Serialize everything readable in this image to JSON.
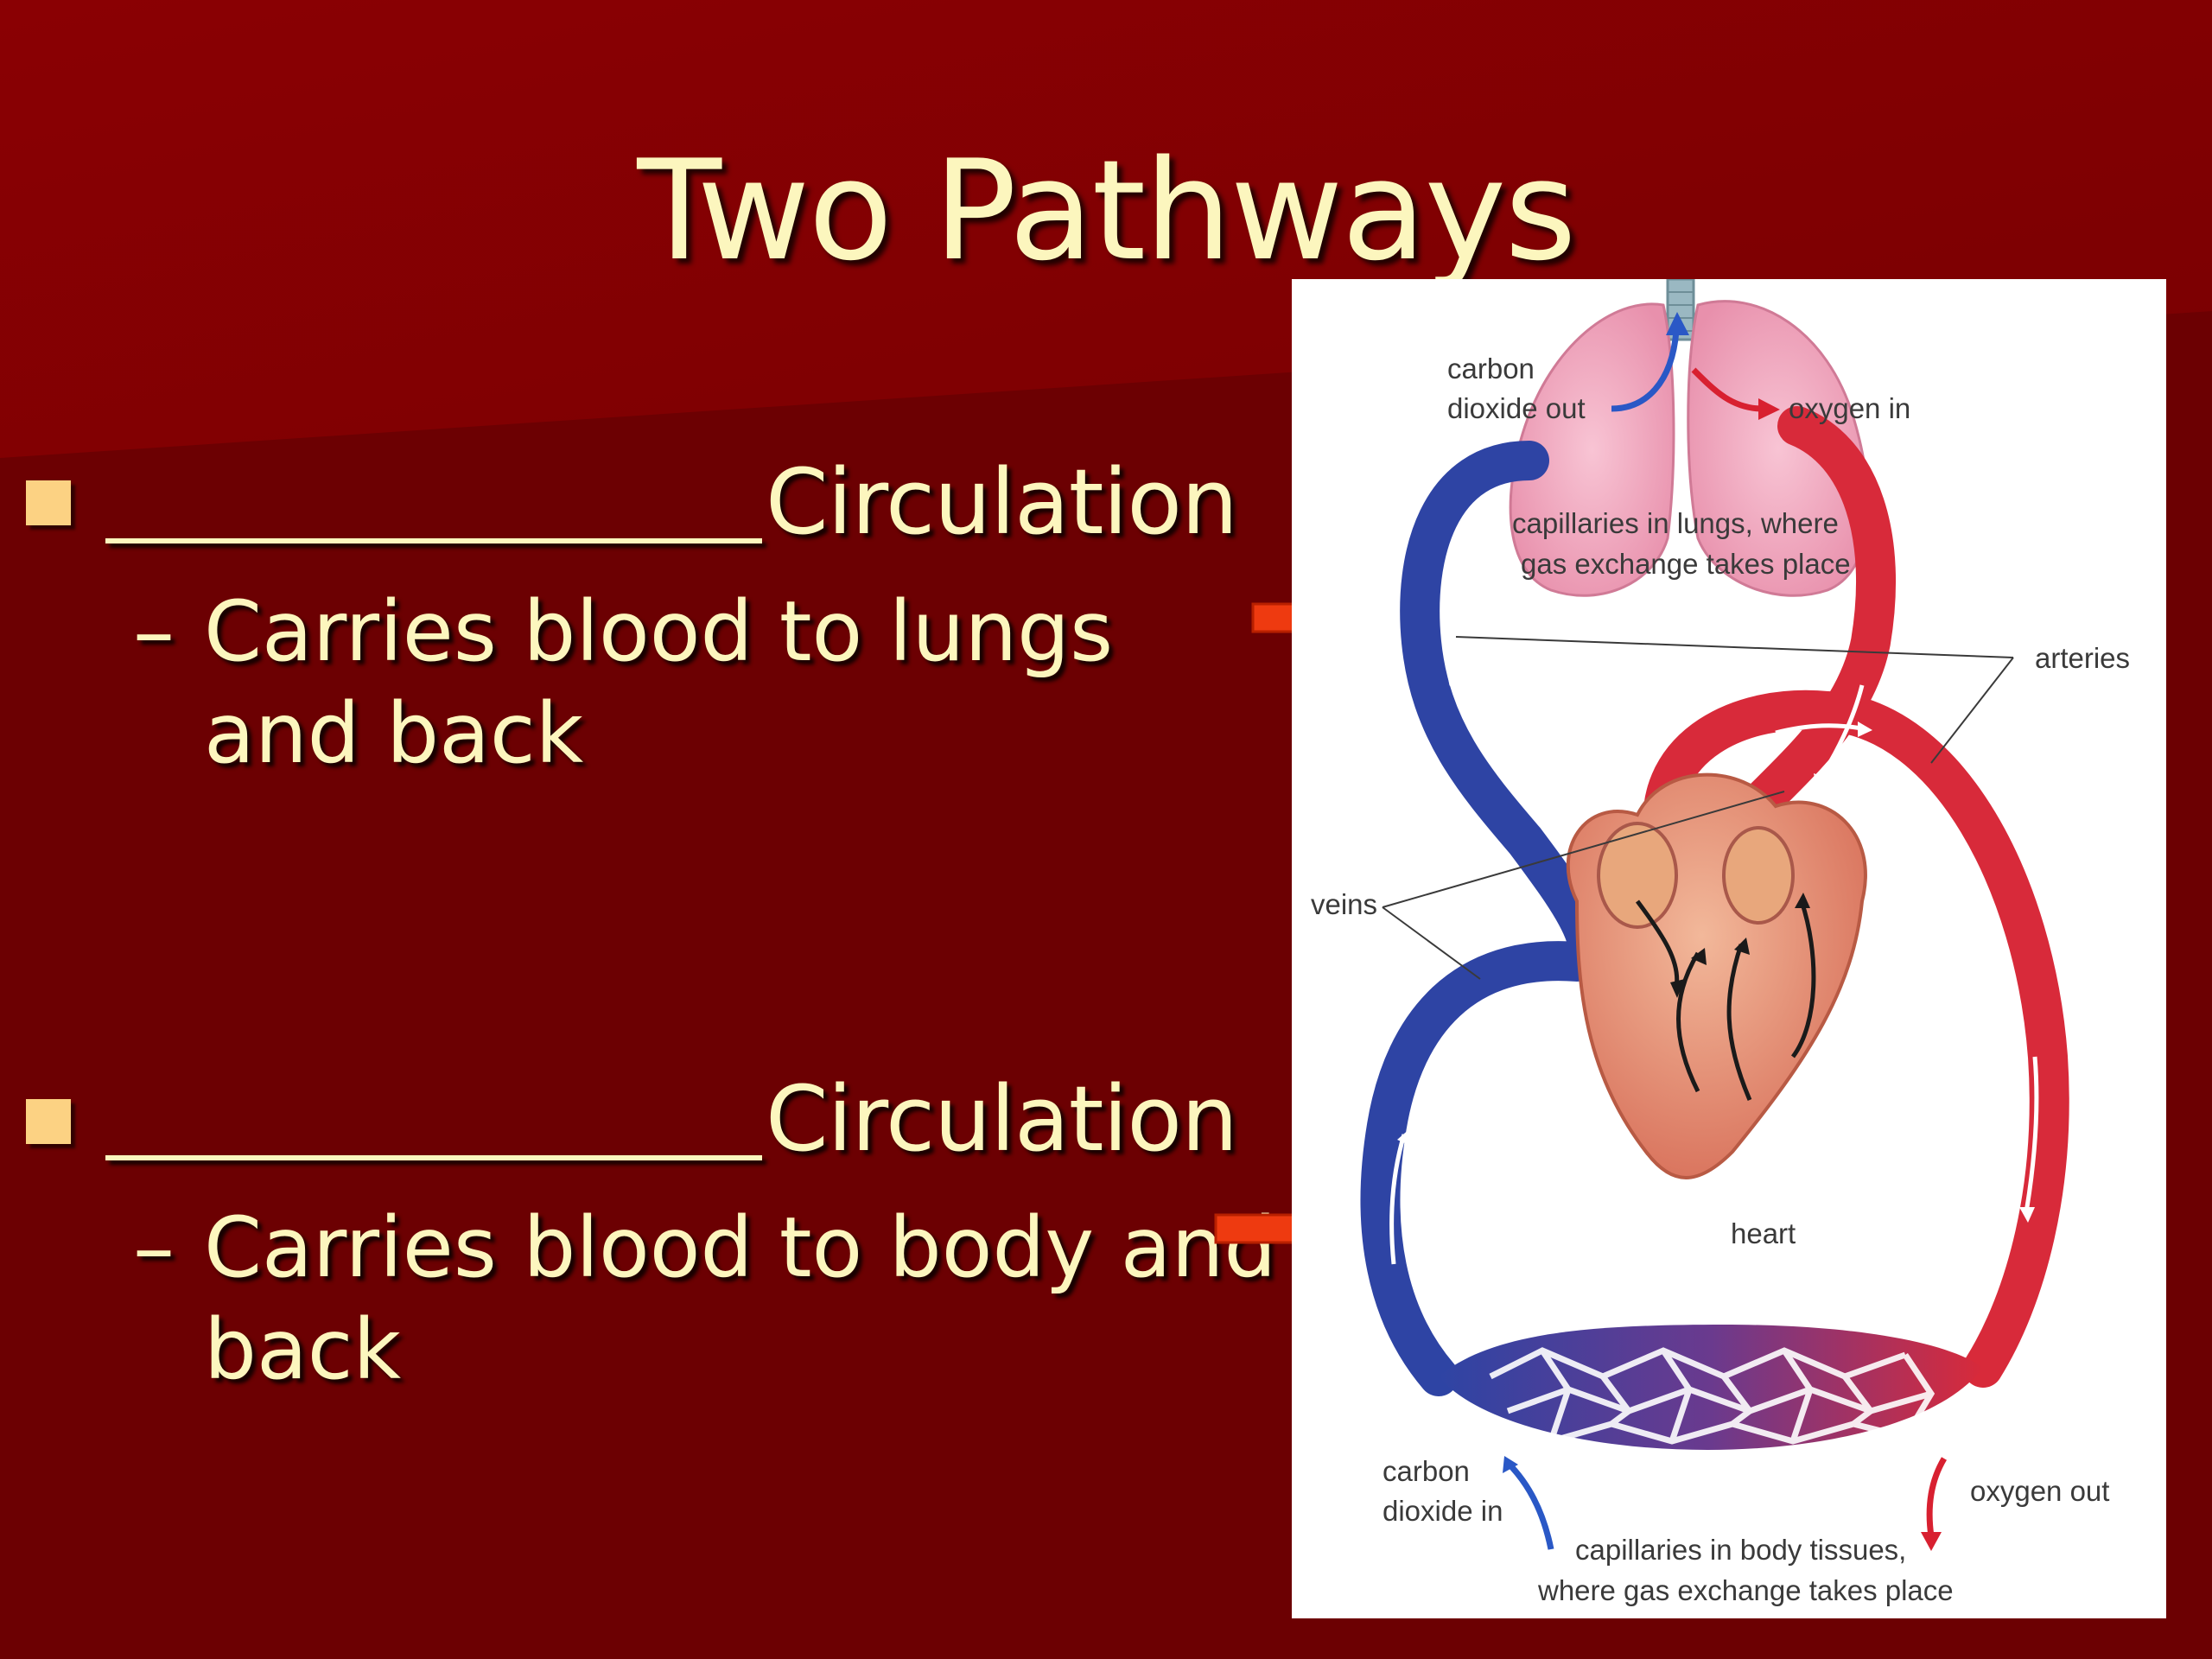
{
  "slide": {
    "title": "Two Pathways",
    "bullets": [
      {
        "suffix": "Circulation",
        "sub": "Carries blood to lungs and back"
      },
      {
        "suffix": "Circulation",
        "sub": "Carries blood to body and back"
      }
    ],
    "dash": "–"
  },
  "diagram": {
    "labels": {
      "co2_out_1": "carbon",
      "co2_out_2": "dioxide out",
      "o2_in": "oxygen in",
      "lung_cap_1": "capillaries in lungs, where",
      "lung_cap_2": "gas exchange takes place",
      "arteries": "arteries",
      "veins": "veins",
      "heart": "heart",
      "co2_in_1": "carbon",
      "co2_in_2": "dioxide in",
      "o2_out": "oxygen out",
      "body_cap_1": "capillaries in body tissues,",
      "body_cap_2": "where gas exchange takes place"
    }
  },
  "colors": {
    "background": "#6e0002",
    "title_text": "#fcf6be",
    "bullet_square": "#fcd283",
    "pointer_arrow": "#ee3a10",
    "vein_blue": "#2e44a4",
    "artery_red": "#d82a3a"
  }
}
